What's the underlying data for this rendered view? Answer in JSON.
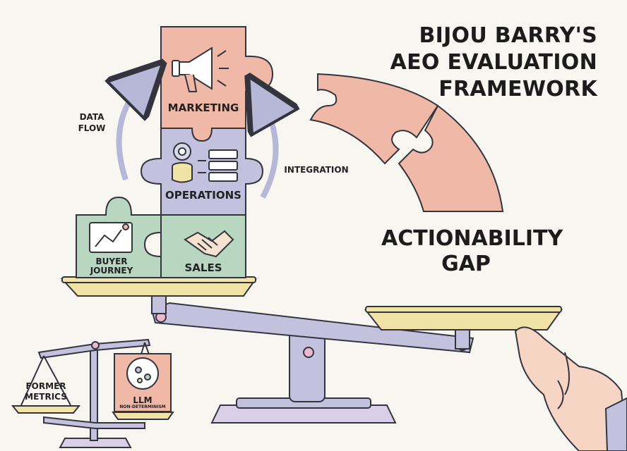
{
  "title": {
    "line1": "BIJOU BARRY'S",
    "line2": "AEO EVALUATION",
    "line3": "FRAMEWORK"
  },
  "gap_label": {
    "line1": "ACTIONABILITY",
    "line2": "GAP"
  },
  "puzzle": {
    "marketing": "MARKETING",
    "operations": "OPERATIONS",
    "sales": "SALES",
    "buyer_journey_line1": "BUYER",
    "buyer_journey_line2": "JOURNEY"
  },
  "arrows": {
    "data_flow_line1": "DATA",
    "data_flow_line2": "FLOW",
    "integration": "INTEGRATION"
  },
  "small_scale": {
    "former_metrics_line1": "FORMER",
    "former_metrics_line2": "METRICS",
    "llm": "LLM",
    "llm_sub": "NON-DETERMINISM"
  },
  "colors": {
    "salmon": "#f0b8a6",
    "lavender": "#c3c1de",
    "mint": "#b9d6c1",
    "cream": "#f1e3a6",
    "outline": "#34343f"
  }
}
